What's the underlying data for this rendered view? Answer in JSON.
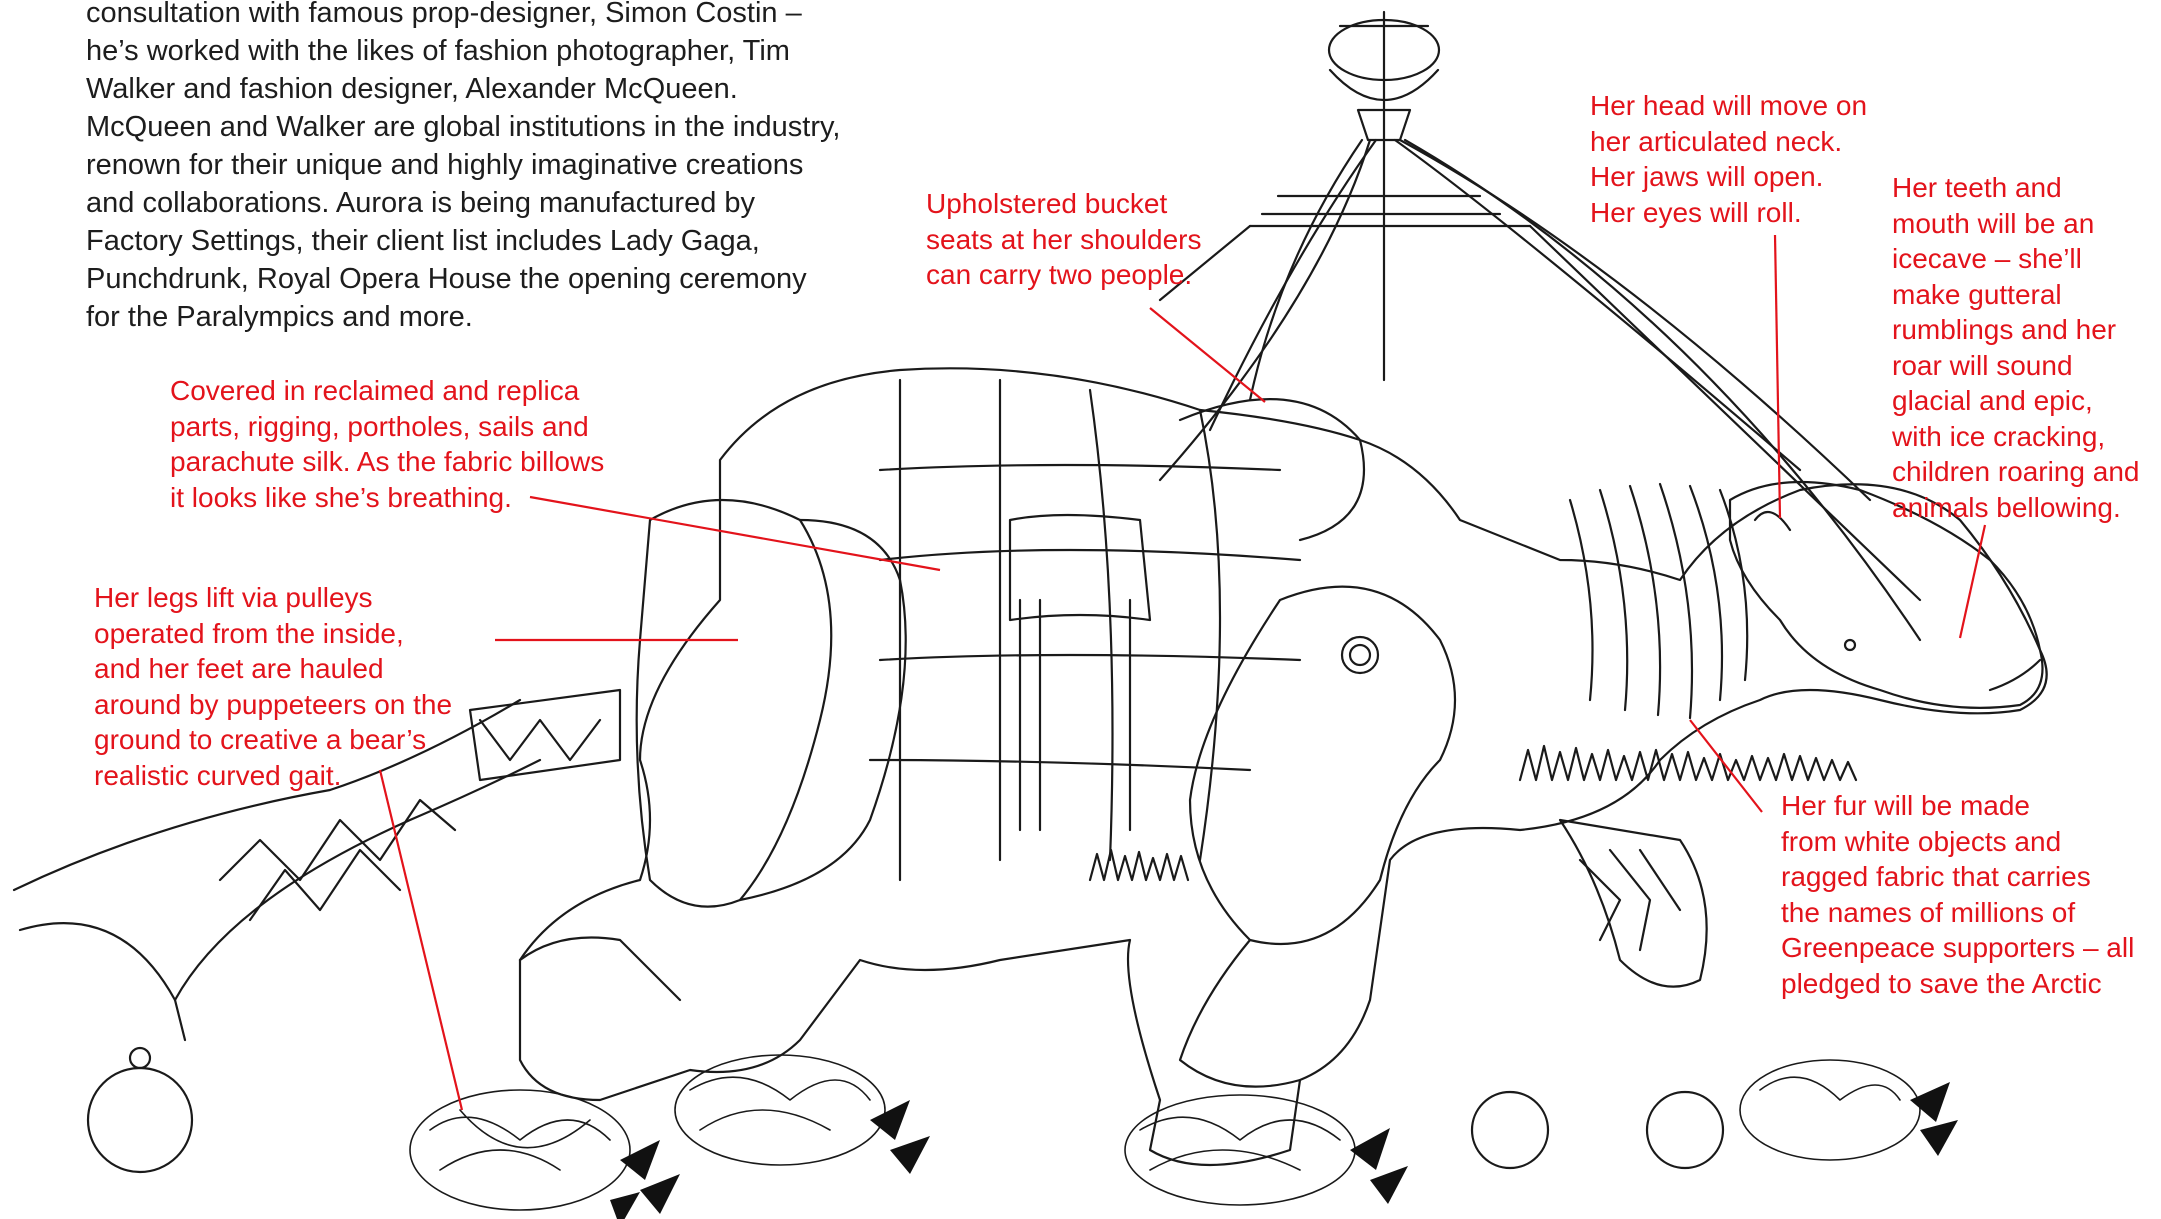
{
  "intro": {
    "text": "consultation with famous prop-designer, Simon Costin –\nhe’s worked with the likes of fashion photographer, Tim\nWalker and fashion designer, Alexander McQueen.\nMcQueen and Walker are global institutions in the industry,\nrenown for their unique and highly imaginative creations\nand collaborations. Aurora is being manufactured by\nFactory Settings, their client list includes Lady Gaga,\nPunchdrunk, Royal Opera House the opening ceremony\nfor the Paralympics and more."
  },
  "annotations": {
    "seats": "Upholstered bucket\nseats at her shoulders\ncan carry two people.",
    "covering": "Covered in reclaimed and replica\nparts, rigging, portholes, sails and\nparachute silk. As the fabric billows\nit looks like she’s breathing.",
    "legs": "Her legs lift via pulleys\noperated from the inside,\nand her feet are hauled\naround by puppeteers on the\nground to creative a bear’s\nrealistic curved gait.",
    "head": "Her head will move on\nher articulated neck.\nHer jaws will open.\nHer eyes will roll.",
    "teeth": "Her teeth and\nmouth will be an\nicecave – she’ll\nmake gutteral\nrumblings and her\nroar will sound\nglacial and epic,\nwith ice cracking,\nchildren roaring and\nanimals bellowing.",
    "fur": "Her fur will be made\nfrom white objects and\nragged fabric that carries\nthe names of millions of\nGreenpeace supporters – all\npledged to save the Arctic"
  },
  "colors": {
    "annotation": "#e3131b",
    "line_art": "#1a1a1a",
    "claw": "#111111",
    "background": "#ffffff"
  }
}
